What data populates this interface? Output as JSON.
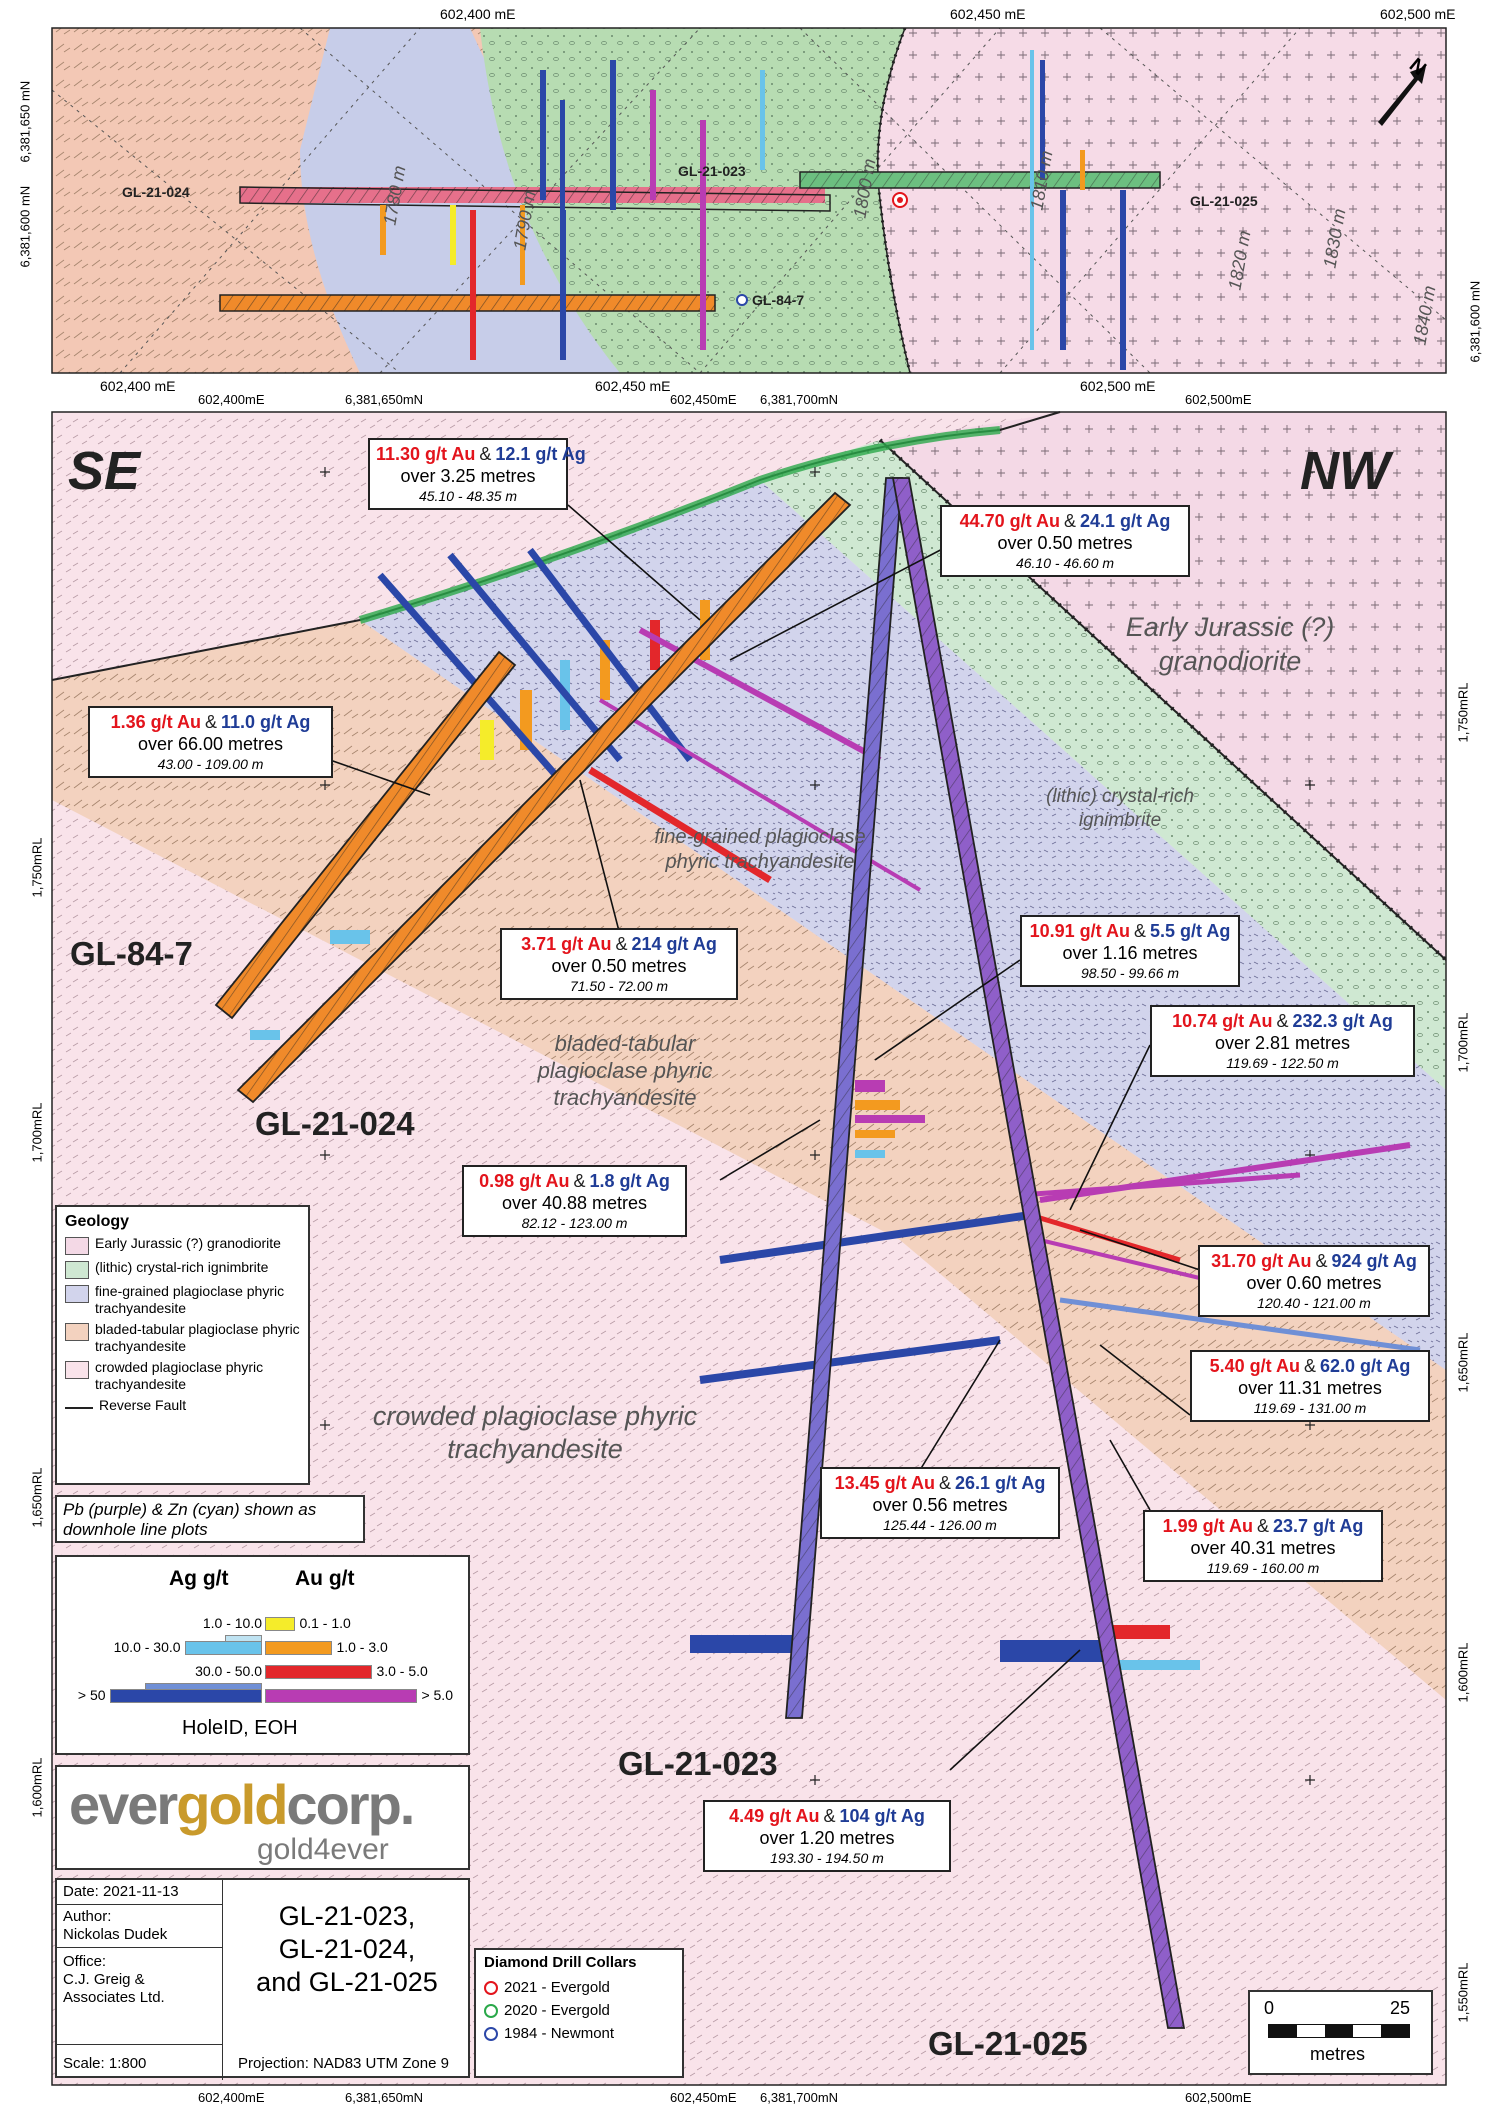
{
  "plan_map": {
    "easting_top": [
      "602,400 mE",
      "602,450 mE",
      "602,500 mE"
    ],
    "easting_bottom": [
      "602,400 mE",
      "602,450 mE",
      "602,500 mE"
    ],
    "northing_left": "6,381,650 mN",
    "northing_left2": "6,381,600 mN",
    "northing_right": "6,381,600 mN",
    "contours": [
      "1780 m",
      "1790 m",
      "1800 m",
      "1810 m",
      "1820 m",
      "1830 m",
      "1840 m"
    ],
    "holes": [
      "GL-21-024",
      "GL-21-023",
      "GL-21-025",
      "GL-84-7"
    ],
    "north_label": "N"
  },
  "section": {
    "view_left": "SE",
    "view_right": "NW",
    "top_coords": [
      "602,400mE",
      "6,381,650mN",
      "602,450mE",
      "6,381,700mN",
      "602,500mE"
    ],
    "bottom_coords": [
      "602,400mE",
      "6,381,650mN",
      "602,450mE",
      "6,381,700mN",
      "602,500mE"
    ],
    "elev_left": [
      "1,750mRL",
      "1,700mRL",
      "1,650mRL",
      "1,600mRL"
    ],
    "elev_right": [
      "1,750mRL",
      "1,700mRL",
      "1,650mRL",
      "1,600mRL",
      "1,550mRL"
    ],
    "units": {
      "granodiorite": "Early Jurassic (?) granodiorite",
      "ignimbrite": "(lithic) crystal-rich ignimbrite",
      "fine": "fine-grained plagioclase phyric trachyandesite",
      "bladed": "bladed-tabular plagioclase phyric trachyandesite",
      "crowded": "crowded plagioclase phyric trachyandesite"
    },
    "hole_labels": {
      "h847": "GL-84-7",
      "h024": "GL-21-024",
      "h023": "GL-21-023",
      "h025": "GL-21-025"
    },
    "callouts": [
      {
        "au": "11.30 g/t Au",
        "ag": "12.1 g/t Ag",
        "over": "over 3.25 metres",
        "range": "45.10 - 48.35 m"
      },
      {
        "au": "44.70 g/t Au",
        "ag": "24.1 g/t Ag",
        "over": "over 0.50 metres",
        "range": "46.10 - 46.60 m"
      },
      {
        "au": "1.36 g/t Au",
        "ag": "11.0 g/t Ag",
        "over": "over 66.00 metres",
        "range": "43.00 - 109.00 m"
      },
      {
        "au": "3.71 g/t Au",
        "ag": "214 g/t Ag",
        "over": "over 0.50 metres",
        "range": "71.50 - 72.00 m"
      },
      {
        "au": "10.91 g/t Au",
        "ag": "5.5 g/t Ag",
        "over": "over 1.16 metres",
        "range": "98.50 - 99.66 m"
      },
      {
        "au": "10.74 g/t Au",
        "ag": "232.3 g/t Ag",
        "over": "over 2.81 metres",
        "range": "119.69 - 122.50 m"
      },
      {
        "au": "0.98 g/t Au",
        "ag": "1.8 g/t Ag",
        "over": "over 40.88 metres",
        "range": "82.12 - 123.00 m"
      },
      {
        "au": "31.70 g/t Au",
        "ag": "924 g/t Ag",
        "over": "over 0.60 metres",
        "range": "120.40 - 121.00 m"
      },
      {
        "au": "5.40 g/t Au",
        "ag": "62.0 g/t Ag",
        "over": "over 11.31 metres",
        "range": "119.69 - 131.00 m"
      },
      {
        "au": "13.45 g/t Au",
        "ag": "26.1 g/t Ag",
        "over": "over 0.56 metres",
        "range": "125.44 - 126.00 m"
      },
      {
        "au": "1.99 g/t Au",
        "ag": "23.7 g/t Ag",
        "over": "over 40.31 metres",
        "range": "119.69 - 160.00 m"
      },
      {
        "au": "4.49 g/t Au",
        "ag": "104 g/t Ag",
        "over": "over 1.20 metres",
        "range": "193.30 - 194.50 m"
      }
    ]
  },
  "legend": {
    "title": "Geology",
    "items": [
      {
        "label": "Early Jurassic (?) granodiorite",
        "color": "#f4d9e6"
      },
      {
        "label": "(lithic) crystal-rich ignimbrite",
        "color": "#cfe8d2"
      },
      {
        "label": "fine-grained plagioclase phyric trachyandesite",
        "color": "#d2d4ec"
      },
      {
        "label": "bladed-tabular plagioclase phyric trachyandesite",
        "color": "#f3d2bf"
      },
      {
        "label": "crowded plagioclase phyric trachyandesite",
        "color": "#f9e3ea"
      }
    ],
    "fault": "Reverse Fault",
    "note": "Pb (purple) & Zn (cyan) shown as downhole line plots"
  },
  "grade_legend": {
    "ag_title": "Ag g/t",
    "au_title": "Au g/t",
    "ag_bins": [
      {
        "label": "1.0 - 10.0",
        "color": "#bfe3f2"
      },
      {
        "label": "10.0 - 30.0",
        "color": "#69c3ea"
      },
      {
        "label": "30.0 - 50.0",
        "color": "#6f8fd6"
      },
      {
        "label": "> 50",
        "color": "#2b47a8"
      }
    ],
    "au_bins": [
      {
        "label": "0.1 - 1.0",
        "color": "#f5ec2a"
      },
      {
        "label": "1.0 - 3.0",
        "color": "#f39a1f"
      },
      {
        "label": "3.0 - 5.0",
        "color": "#e3272b"
      },
      {
        "label": "> 5.0",
        "color": "#b83cb3"
      }
    ],
    "axis_label": "HoleID, EOH"
  },
  "logo": {
    "text_ever": "ever",
    "text_gold": "gold",
    "text_corp": "corp.",
    "tagline": "gold4ever"
  },
  "info": {
    "date": "Date: 2021-11-13",
    "author_label": "Author:",
    "author": "Nickolas Dudek",
    "office_label": "Office:",
    "office": "C.J. Greig & Associates Ltd.",
    "scale": "Scale: 1:800",
    "projection": "Projection: NAD83 UTM Zone 9",
    "title_lines": [
      "GL-21-023,",
      "GL-21-024,",
      "and GL-21-025"
    ]
  },
  "collars": {
    "title": "Diamond Drill Collars",
    "items": [
      {
        "label": "2021 - Evergold",
        "color": "#e3141c"
      },
      {
        "label": "2020 - Evergold",
        "color": "#2aa84a"
      },
      {
        "label": "1984 - Newmont",
        "color": "#2b47a8"
      }
    ]
  },
  "scalebar": {
    "zero": "0",
    "max": "25",
    "unit": "metres"
  }
}
